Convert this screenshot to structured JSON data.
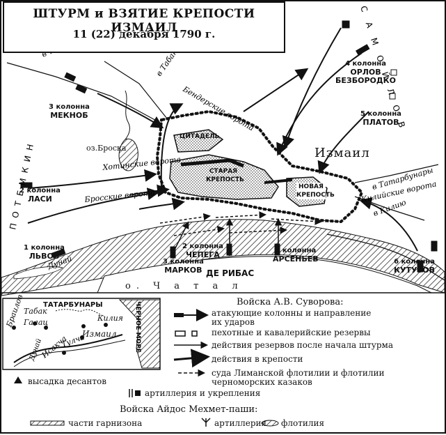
{
  "title": {
    "line1": "ШТУРМ и ВЗЯТИЕ КРЕПОСТИ ИЗМАИЛ",
    "line2": "11 (22) декабря 1790 г."
  },
  "places": {
    "izmail": "Измаил",
    "citadel": "ЦИТАДЕЛЬ",
    "old_fortress": "СТАРАЯ КРЕПОСТЬ",
    "new_fortress": "НОВАЯ КРЕПОСТЬ",
    "lake_brosko": "оз.Броска",
    "island_chatal": "о. Ч а т а л",
    "danube": "Дунай",
    "to_tabak_left": "в Табак",
    "to_tabak_right": "в Табак",
    "to_tatarbunary": "в Татарбунары",
    "to_kiliya": "в Килию",
    "bender_gate": "Бендерские ворота",
    "khotin_gate": "Хотинские ворота",
    "brosk_gate": "Бросские ворота",
    "kiliya_gate": "Килийские ворота",
    "potemkin": "П О Т Е М К И Н",
    "samoilov": "С А М О Й Л О В"
  },
  "columns": [
    {
      "id": "c1",
      "line1": "1 колонна",
      "line2": "ЛЬВОВ"
    },
    {
      "id": "c2",
      "line1": "2 колонна",
      "line2": "ЛАСИ"
    },
    {
      "id": "c3",
      "line1": "3 колонна",
      "line2": "МЕКНОБ"
    },
    {
      "id": "c4",
      "line1": "4 колонна",
      "line2": "ОРЛОВ",
      "line3": "БЕЗБОРОДКО"
    },
    {
      "id": "c5",
      "line1": "5 колонна",
      "line2": "ПЛАТОВ"
    },
    {
      "id": "c6",
      "line1": "6 колонна",
      "line2": "КУТУЗОВ"
    },
    {
      "id": "r1",
      "line1": "1 колонна",
      "line2": "АРСЕНЬЕВ"
    },
    {
      "id": "r2",
      "line1": "2 колонна",
      "line2": "ЧЕПЕГА"
    },
    {
      "id": "r3",
      "line1": "3 колонна",
      "line2": "МАРКОВ"
    }
  ],
  "de_ribas": "ДЕ РИБАС",
  "inset": {
    "tatarbunary": "ТАТАРБУНАРЫ",
    "tabak": "Табак",
    "galats": "Галац",
    "brailov": "Браилов",
    "kiliya": "Килия",
    "izmail": "Измаил",
    "tulcha": "Тулча",
    "isakcha": "Исакча",
    "dunai": "Дунай",
    "black_sea": "ЧЕРНОЕ МОРЕ"
  },
  "legend": {
    "header_suvorov": "Войска А.В. Суворова:",
    "items": [
      {
        "icon": "attack-arrow-icon",
        "text1": "атакующие колонны и направление",
        "text2": "их ударов"
      },
      {
        "icon": "reserve-icon",
        "text1": "пехотные и кавалерийские резервы"
      },
      {
        "icon": "reserve-action-arrow-icon",
        "text1": "действия резервов после начала штурма"
      },
      {
        "icon": "fortress-action-arrow-icon",
        "text1": "действия в крепости"
      },
      {
        "icon": "flotilla-arrow-icon",
        "text1": "суда Лиманской флотилии и флотилии",
        "text2": "черноморских казаков"
      }
    ],
    "landing": "высадка десантов",
    "artillery_fort": "артиллерия и укрепления",
    "header_aidos": "Войска Айдос Мехмет-паши:",
    "garrison": "части гарнизона",
    "artillery": "артиллерия",
    "flotilla": "флотилия"
  }
}
